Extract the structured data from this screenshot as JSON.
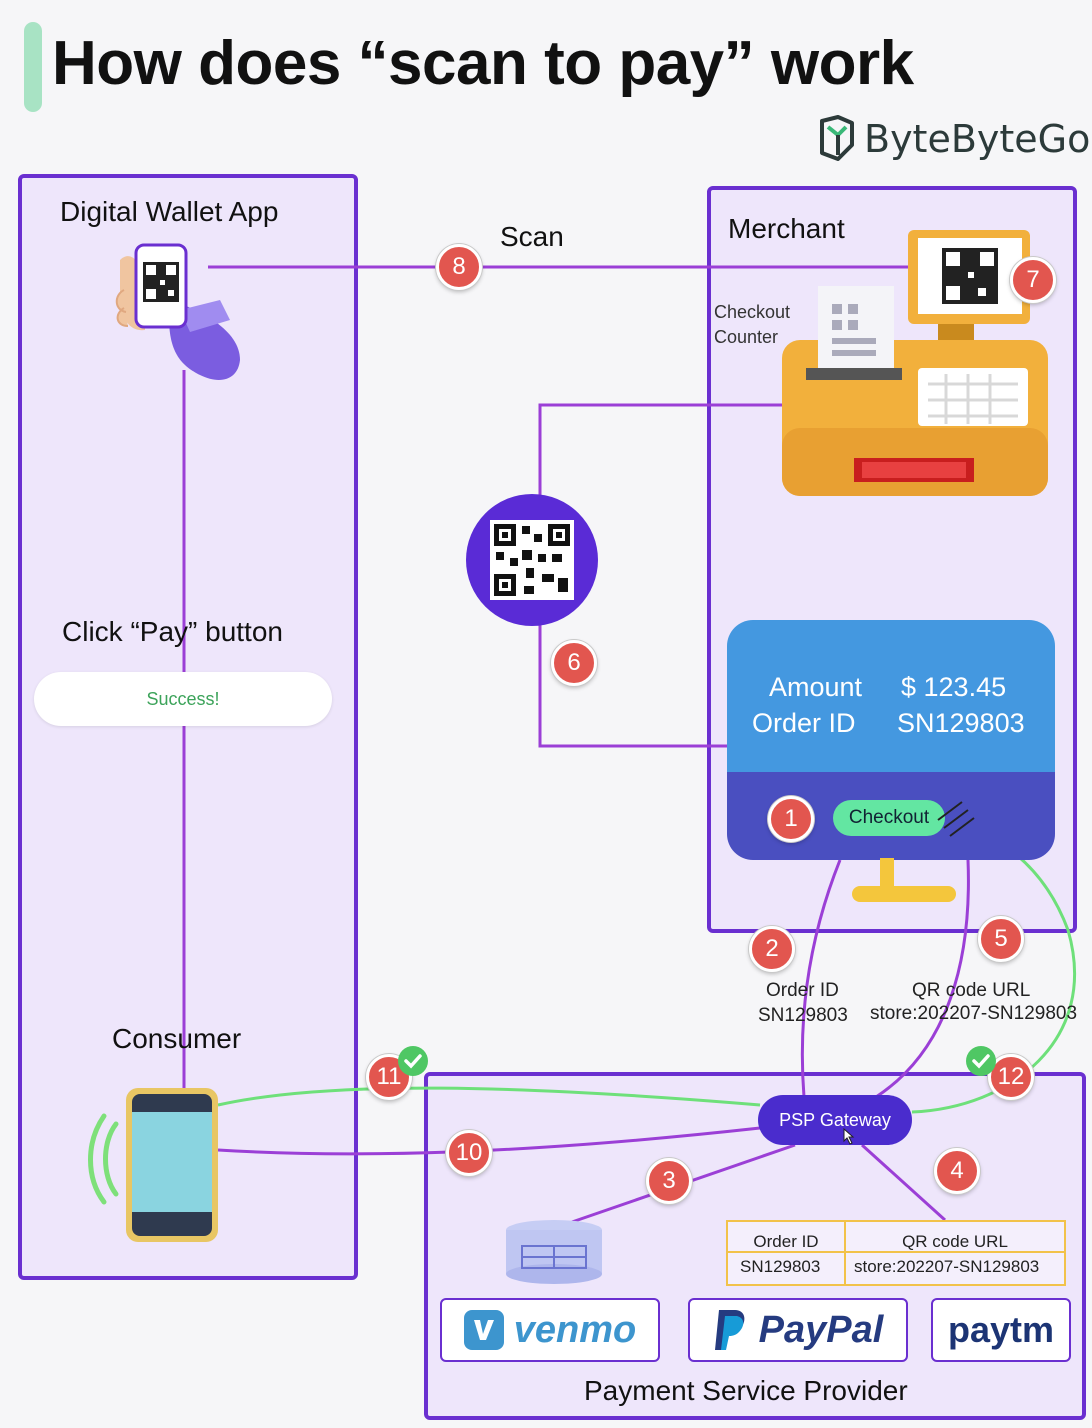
{
  "title": "How does “scan to pay” work",
  "brand": "ByteByteGo",
  "wallet": {
    "heading": "Digital Wallet App",
    "click_pay": "Click “Pay” button",
    "success": "Success!",
    "consumer": "Consumer"
  },
  "merchant": {
    "heading": "Merchant",
    "counter_line1": "Checkout",
    "counter_line2": "Counter",
    "amount_label": "Amount",
    "amount_value": "$ 123.45",
    "order_label": "Order ID",
    "order_value": "SN129803",
    "checkout_button": "Checkout"
  },
  "flow": {
    "scan": "Scan",
    "step2_line1": "Order ID",
    "step2_line2": "SN129803",
    "step5_line1": "QR  code URL",
    "step5_line2": "store:202207-SN129803"
  },
  "psp": {
    "gateway": "PSP Gateway",
    "table_headers": [
      "Order ID",
      "QR  code URL"
    ],
    "table_values": [
      "SN129803",
      "store:202207-SN129803"
    ],
    "providers": [
      "venmo",
      "PayPal",
      "paytm"
    ],
    "heading": "Payment Service Provider"
  },
  "steps": [
    "1",
    "2",
    "3",
    "4",
    "5",
    "6",
    "7",
    "8",
    "10",
    "11",
    "12"
  ],
  "colors": {
    "frame": "#6a2fd0",
    "panel_bg": "#eee6fb",
    "purple_line": "#9b3fd6",
    "green_line": "#6ee07a",
    "step_badge": "#e2564f",
    "card_top": "#4498e0",
    "card_bottom": "#4a4fc0",
    "checkout_button": "#63e6a2",
    "psp_gateway": "#4a2ccd",
    "venmo": "#3d95ce",
    "paypal_dark": "#253b80",
    "paypal_light": "#179bd7",
    "paytm_dark": "#1c3474",
    "paytm_light": "#25b2e6"
  }
}
